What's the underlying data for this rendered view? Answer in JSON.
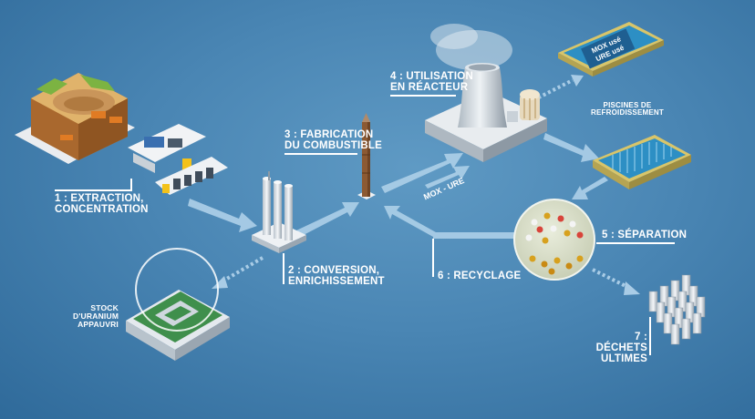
{
  "steps": {
    "s1": {
      "line1": "1 : EXTRACTION,",
      "line2": "CONCENTRATION"
    },
    "s2": {
      "line1": "2 : CONVERSION,",
      "line2": "ENRICHISSEMENT"
    },
    "s3": {
      "line1": "3 : FABRICATION",
      "line2": "DU COMBUSTIBLE"
    },
    "s4": {
      "line1": "4 : UTILISATION",
      "line2": "EN RÉACTEUR"
    },
    "s5": {
      "line1": "5 : SÉPARATION"
    },
    "s6": {
      "line1": "6 : RECYCLAGE"
    },
    "s7": {
      "line1": "7 : DÉCHETS",
      "line2": "ULTIMES"
    }
  },
  "stock": {
    "line1": "STOCK",
    "line2": "D'URANIUM",
    "line3": "APPAUVRI"
  },
  "pools": {
    "line1": "PISCINES DE",
    "line2": "REFROIDISSEMENT"
  },
  "arrow_text": {
    "mox_ure": "MOX - URE"
  },
  "pool_signs": {
    "mox": "MOX usé",
    "ure": "URE usé"
  },
  "colors": {
    "background": "#4a86b4",
    "arrow": "#a9cce6",
    "label": "#ffffff",
    "pool_water": "#2d8fc4",
    "pool_frame": "#d8c56a",
    "pellet_gold": "#d7a11e",
    "pellet_red": "#d8443a",
    "pellet_white": "#f4f4f4"
  }
}
